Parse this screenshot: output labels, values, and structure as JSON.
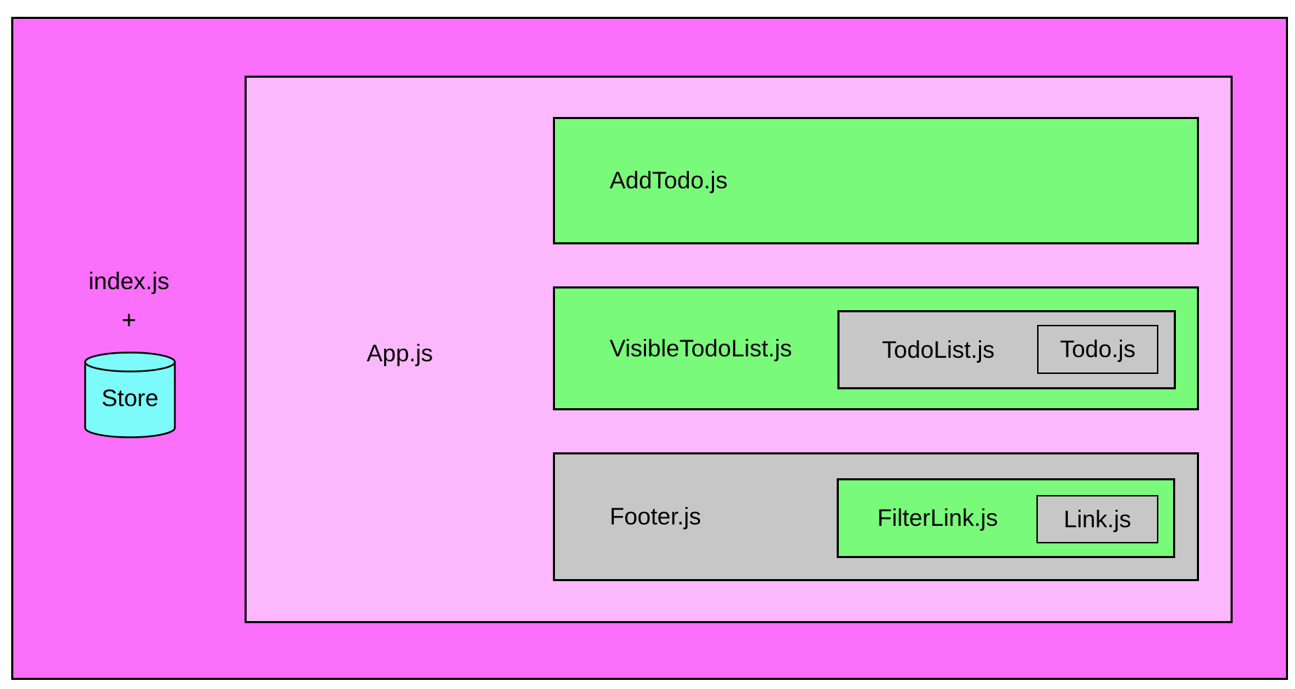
{
  "colors": {
    "canvas-bg": "#ffffff",
    "outer-fill": "#fa70fa",
    "app-fill": "#fcb8fd",
    "green-fill": "#7afa7a",
    "gray-fill": "#c7c7c7",
    "store-fill": "#7dfafa",
    "border": "#000000",
    "text": "#000000"
  },
  "labels": {
    "index": "index.js",
    "plus": "+",
    "store": "Store",
    "app": "App.js",
    "addTodo": "AddTodo.js",
    "visibleTodoList": "VisibleTodoList.js",
    "todoList": "TodoList.js",
    "todo": "Todo.js",
    "footer": "Footer.js",
    "filterLink": "FilterLink.js",
    "link": "Link.js"
  },
  "structure": {
    "node": "index.js + Store",
    "children": [
      {
        "node": "App.js",
        "children": [
          {
            "node": "AddTodo.js",
            "children": []
          },
          {
            "node": "VisibleTodoList.js",
            "children": [
              {
                "node": "TodoList.js",
                "children": [
                  {
                    "node": "Todo.js",
                    "children": []
                  }
                ]
              }
            ]
          },
          {
            "node": "Footer.js",
            "children": [
              {
                "node": "FilterLink.js",
                "children": [
                  {
                    "node": "Link.js",
                    "children": []
                  }
                ]
              }
            ]
          }
        ]
      }
    ]
  }
}
